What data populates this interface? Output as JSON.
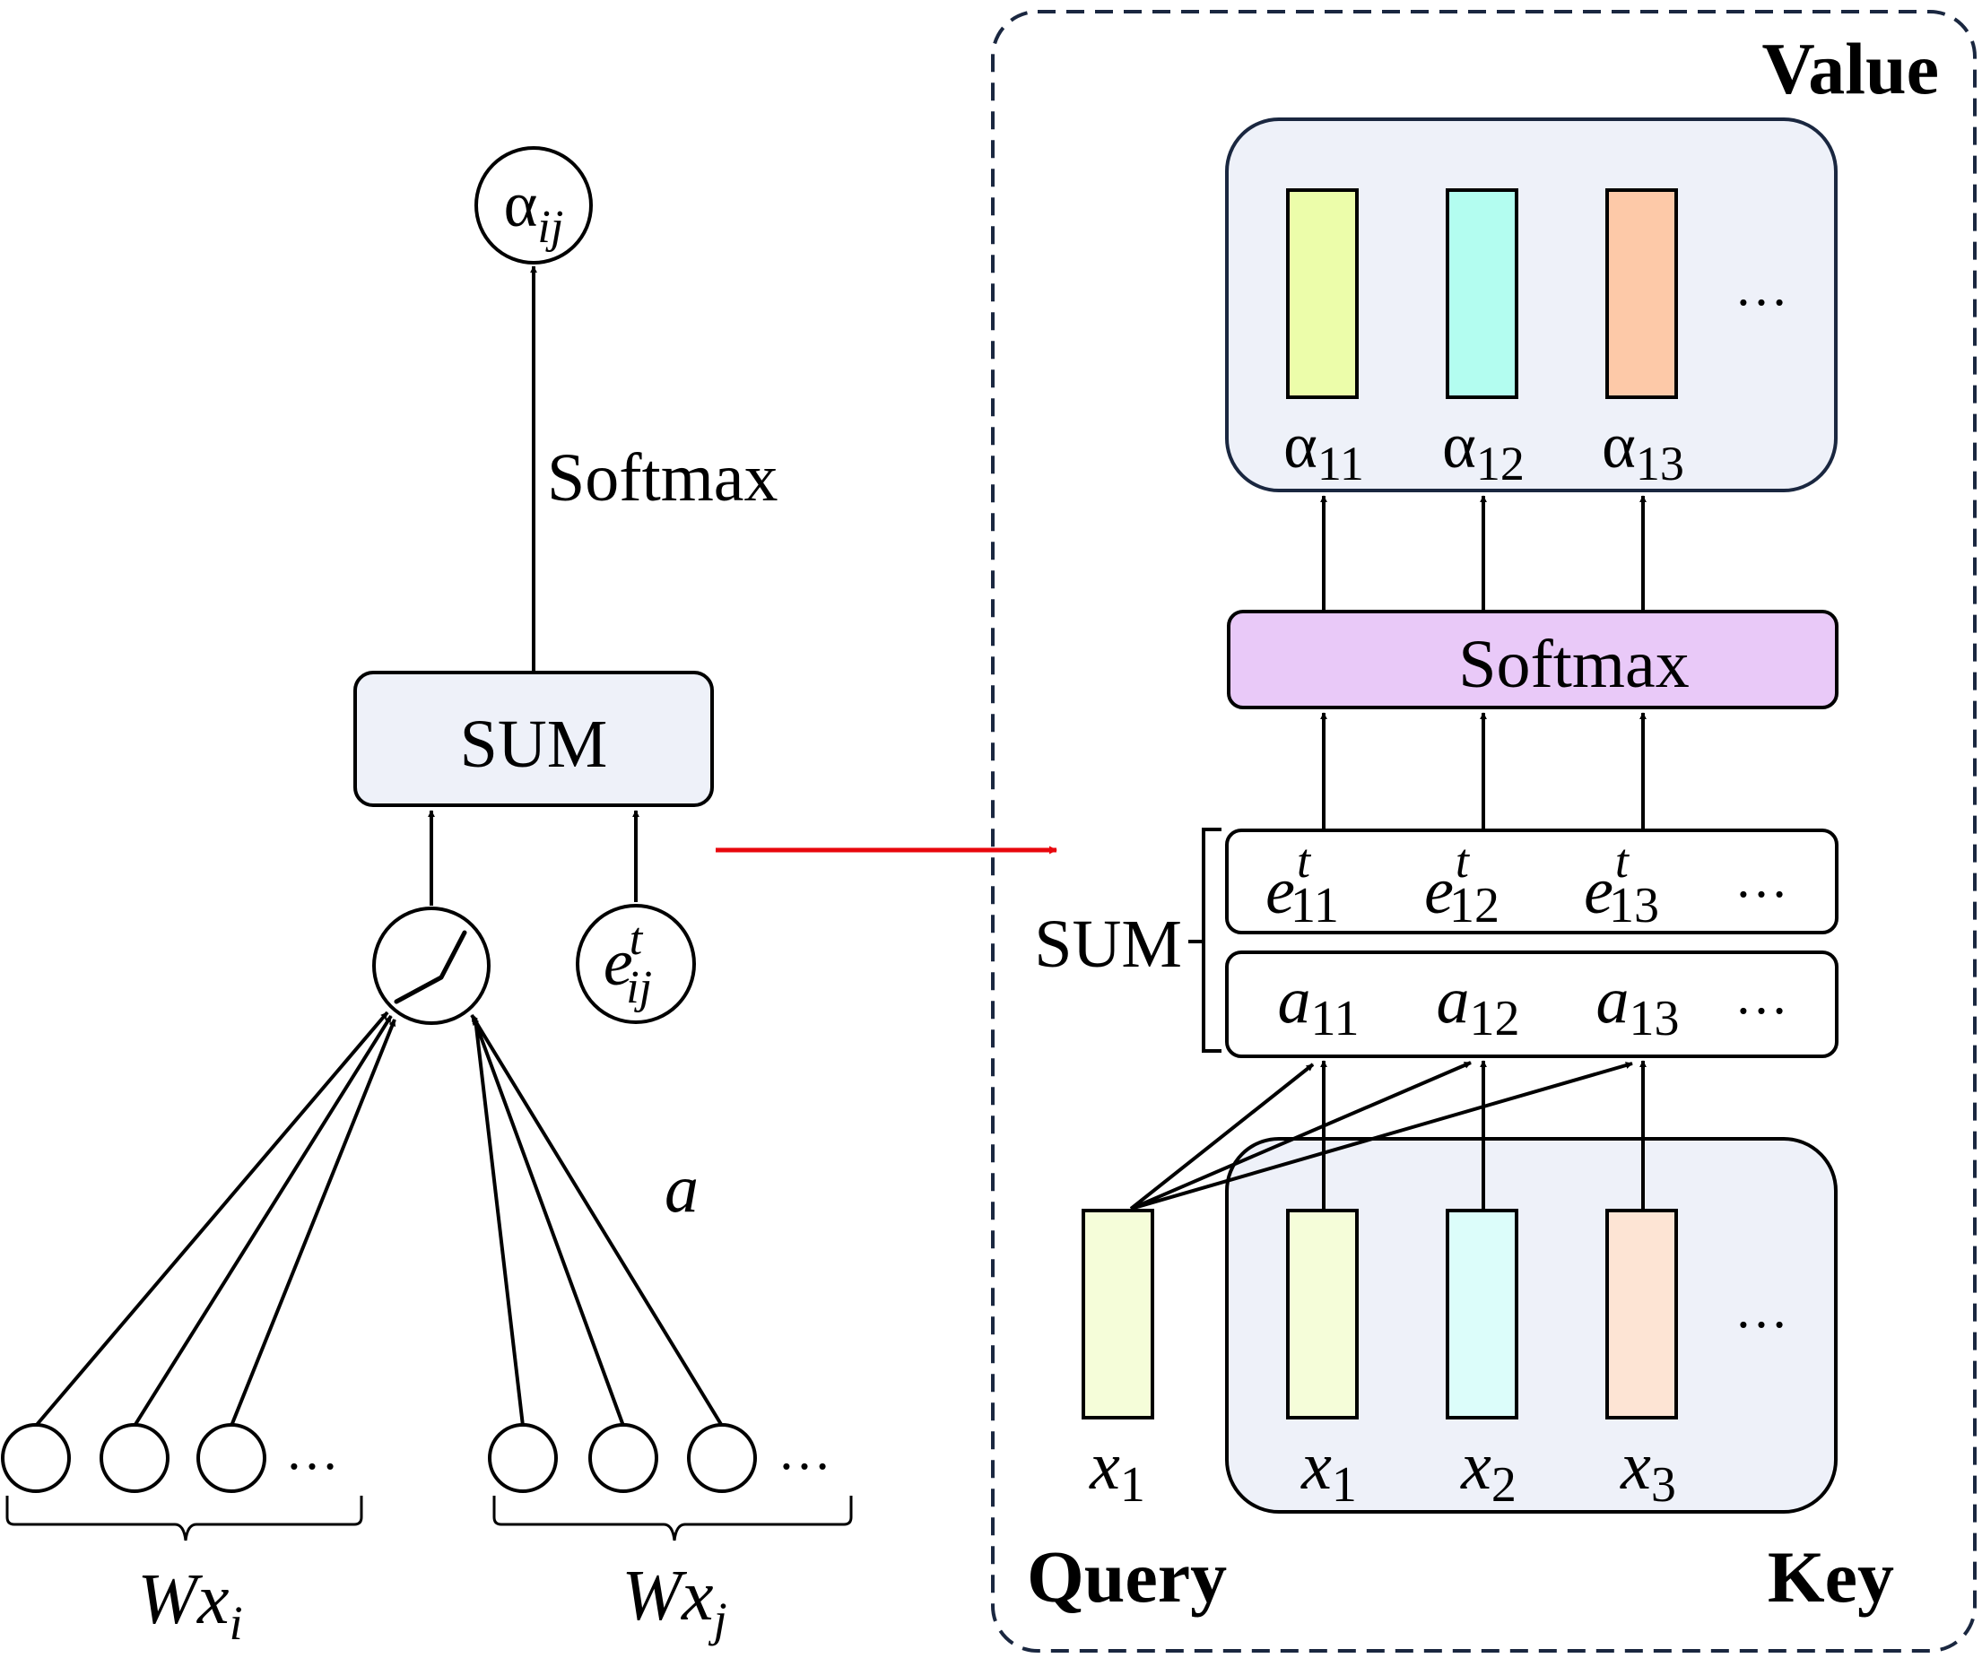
{
  "left": {
    "output_node": {
      "sym": "α",
      "sub": "ij"
    },
    "softmax_label": "Softmax",
    "sum_label": "SUM",
    "edge_node": {
      "sym": "e",
      "sup": "t",
      "sub": "ij"
    },
    "weight_label": "a",
    "dots": "…",
    "group_i": {
      "main": "Wx",
      "sub": "i"
    },
    "group_j": {
      "main": "Wx",
      "sub": "j"
    }
  },
  "right": {
    "value_label": "Value",
    "query_label": "Query",
    "key_label": "Key",
    "alphas": [
      {
        "sym": "α",
        "sub": "11"
      },
      {
        "sym": "α",
        "sub": "12"
      },
      {
        "sym": "α",
        "sub": "13"
      }
    ],
    "softmax_label": "Softmax",
    "sum_label": "SUM",
    "e_row": [
      {
        "sym": "e",
        "sup": "t",
        "sub": "11"
      },
      {
        "sym": "e",
        "sup": "t",
        "sub": "12"
      },
      {
        "sym": "e",
        "sup": "t",
        "sub": "13"
      }
    ],
    "a_row": [
      {
        "sym": "a",
        "sub": "11"
      },
      {
        "sym": "a",
        "sub": "12"
      },
      {
        "sym": "a",
        "sub": "13"
      }
    ],
    "query_item": {
      "sym": "x",
      "sub": "1"
    },
    "keys": [
      {
        "sym": "x",
        "sub": "1"
      },
      {
        "sym": "x",
        "sub": "2"
      },
      {
        "sym": "x",
        "sub": "3"
      }
    ],
    "dots": "…"
  },
  "colors": {
    "panel_fill": "#eef1f9",
    "softmax_fill": "#e9c9f8",
    "bar_yellow": "#ecfdaa",
    "bar_cyan": "#b3fdf0",
    "bar_orange": "#fdc9a8",
    "key_yellow": "#f5fdd9",
    "key_cyan": "#dcfdfa",
    "key_orange": "#fde4d4",
    "arrow_red": "#e8070d",
    "border_dashed": "#1a2740"
  }
}
